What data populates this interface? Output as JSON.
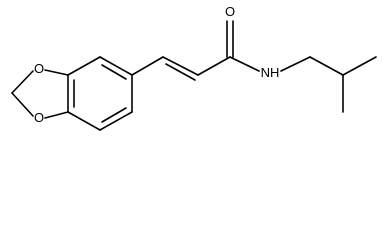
{
  "atoms": {
    "o_top": "O",
    "o_bottom": "O",
    "o_carbonyl": "O",
    "n_amide": "NH"
  },
  "colors": {
    "bond": "#000000",
    "background": "#ffffff"
  }
}
